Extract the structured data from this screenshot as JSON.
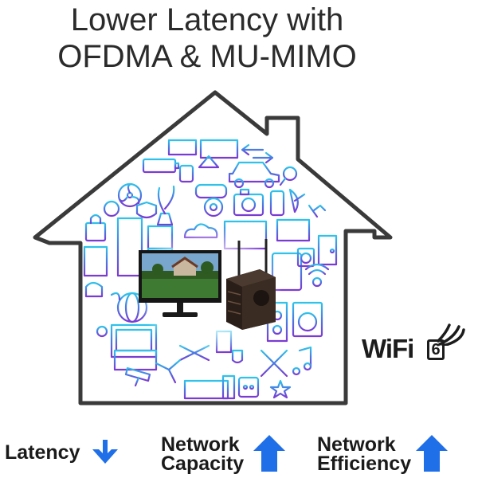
{
  "title": {
    "line1": "Lower Latency with",
    "line2": "OFDMA & MU-MIMO"
  },
  "badge": {
    "text": "WiFi",
    "number": "6"
  },
  "metrics": [
    {
      "label": "Latency",
      "direction": "down"
    },
    {
      "label_line1": "Network",
      "label_line2": "Capacity",
      "direction": "up"
    },
    {
      "label_line1": "Network",
      "label_line2": "Efficiency",
      "direction": "up"
    }
  ],
  "colors": {
    "house_outline": "#3a3a3a",
    "icon_cyan": "#2fb6e8",
    "icon_blue": "#4a6fe0",
    "icon_purple": "#7a3fd0",
    "arrow_blue": "#1f6fe8",
    "text_dark": "#1a1a1a"
  },
  "icons": [
    "battery-icon",
    "car-icon",
    "fan-icon",
    "plant-icon",
    "camera-icon",
    "phone-icon",
    "bulb-icon",
    "fridge-icon",
    "laptop-icon",
    "door-icon",
    "washer-icon",
    "globe-icon",
    "tv-icon",
    "key-icon",
    "snowflake-icon",
    "plug-icon",
    "tools-icon",
    "music-note-icon",
    "wind-turbine-icon",
    "heater-icon",
    "monitor-icon",
    "router-icon"
  ]
}
